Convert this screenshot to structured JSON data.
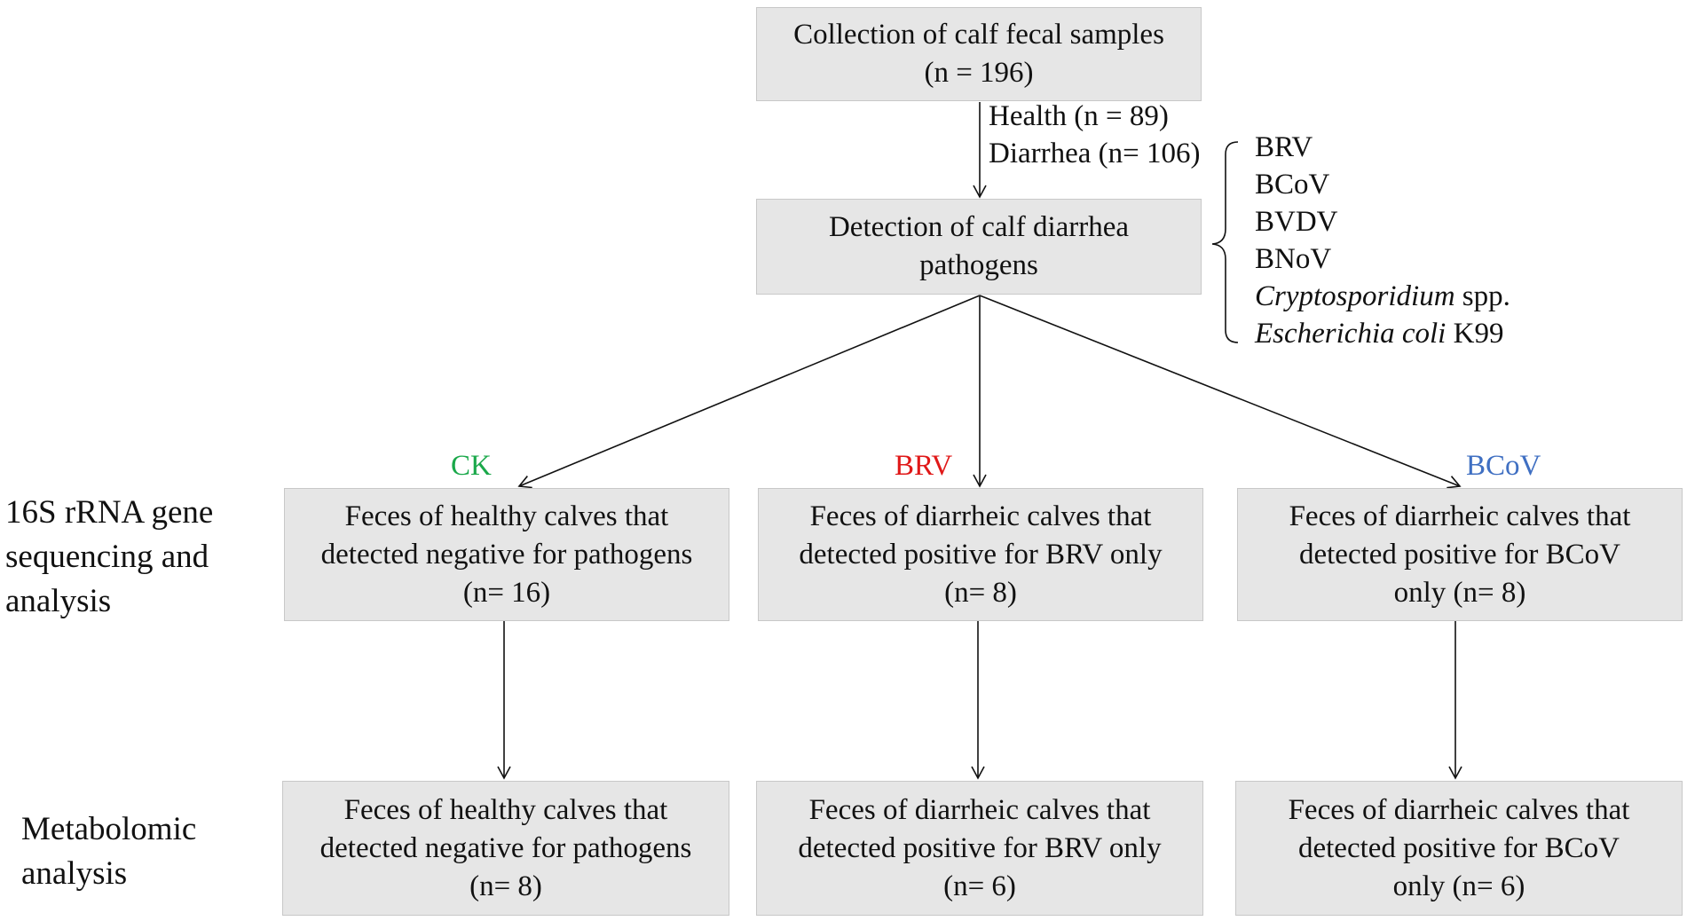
{
  "top_box": {
    "line1": "Collection of calf fecal samples",
    "line2": "(n = 196)"
  },
  "split": {
    "health": "Health (n = 89)",
    "diarrhea": "Diarrhea (n= 106)"
  },
  "detect_box": {
    "line1": "Detection of calf diarrhea",
    "line2": "pathogens"
  },
  "pathogens": [
    {
      "name": "BRV"
    },
    {
      "name": "BCoV"
    },
    {
      "name": "BVDV"
    },
    {
      "name": "BNoV"
    },
    {
      "name_italic": "Cryptosporidium",
      "suffix": " spp."
    },
    {
      "name_italic": "Escherichia coli",
      "suffix": " K99"
    }
  ],
  "groups": [
    {
      "label": "CK",
      "color": "#1aa84a"
    },
    {
      "label": "BRV",
      "color": "#e01818"
    },
    {
      "label": "BCoV",
      "color": "#3f6fc2"
    }
  ],
  "row_labels": {
    "sequencing": [
      "16S rRNA gene",
      "sequencing and",
      "analysis"
    ],
    "metabolomic": [
      "Metabolomic",
      "analysis"
    ]
  },
  "seq_boxes": [
    {
      "line1": "Feces of healthy calves that",
      "line2": "detected negative for pathogens",
      "line3": "(n= 16)"
    },
    {
      "line1": "Feces of diarrheic calves that",
      "line2": "detected positive for BRV only",
      "line3": "(n= 8)"
    },
    {
      "line1": "Feces of diarrheic calves that",
      "line2": "detected positive for BCoV",
      "line3": "only (n= 8)"
    }
  ],
  "met_boxes": [
    {
      "line1": "Feces of healthy calves that",
      "line2": "detected negative for pathogens",
      "line3": "(n= 8)"
    },
    {
      "line1": "Feces of diarrheic calves that",
      "line2": "detected positive for BRV only",
      "line3": "(n= 6)"
    },
    {
      "line1": "Feces of diarrheic calves that",
      "line2": "detected positive for BCoV",
      "line3": "only (n= 6)"
    }
  ]
}
